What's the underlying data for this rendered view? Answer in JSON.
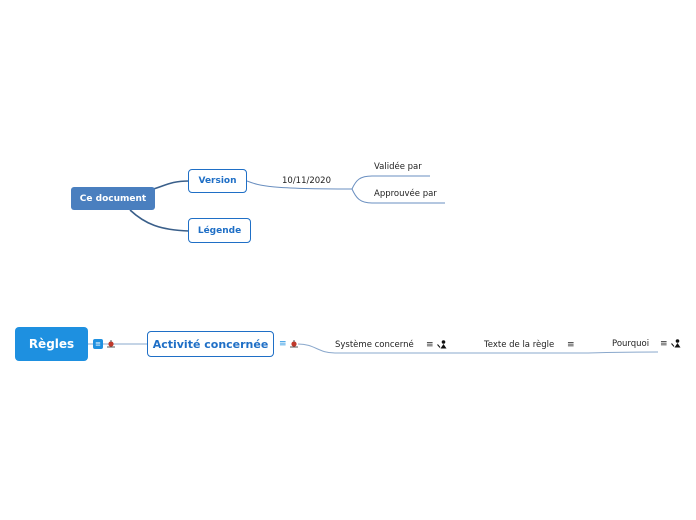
{
  "nodes": {
    "ce_document": "Ce document",
    "version": "Version",
    "legende": "Légende",
    "version_date": "10/11/2020",
    "validee_par": "Validée par",
    "approuvee_par": "Approuvée par",
    "regles": "Règles",
    "activite_concernee": "Activité concernée",
    "systeme_concerne": "Système concerné",
    "texte_regle": "Texte de la règle",
    "pourquoi": "Pourquoi"
  },
  "icons": {
    "notes": "≡",
    "attach": "attachment-icon",
    "person": "person-icon"
  },
  "colors": {
    "root_dark": "#4a7fbf",
    "root_bright": "#1e90e0",
    "box_border": "#1f6fc6",
    "link_dark": "#3a5f8a",
    "link_light": "#6a8fc0"
  }
}
